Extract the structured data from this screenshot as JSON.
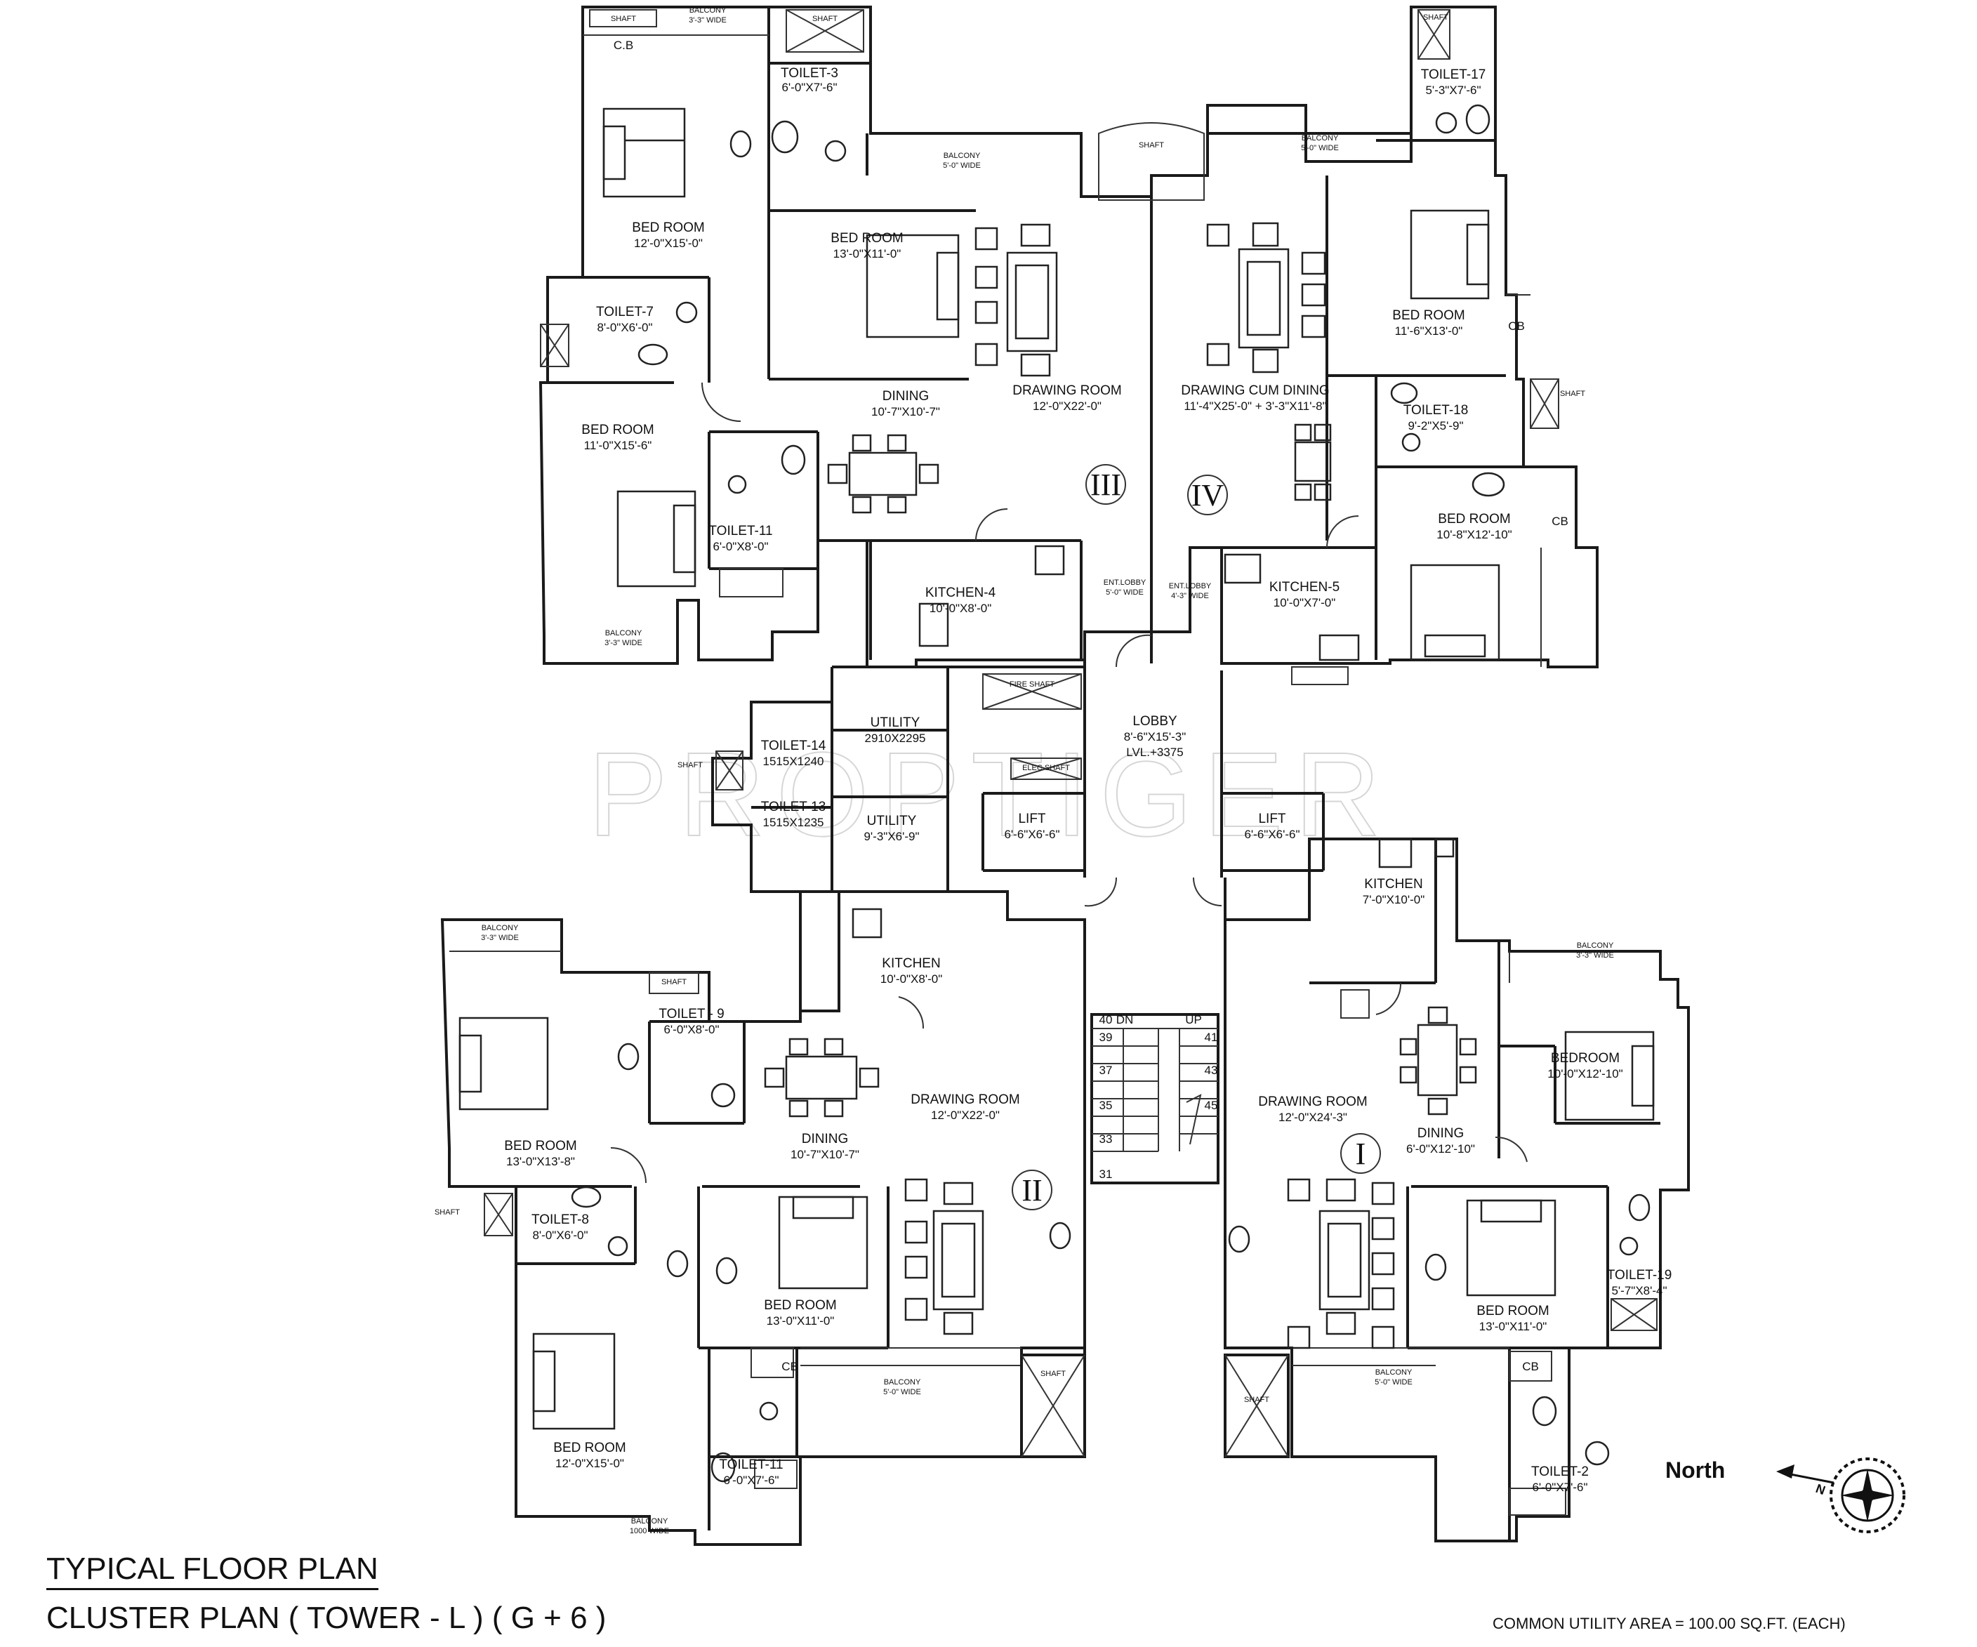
{
  "title": "TYPICAL FLOOR PLAN",
  "subtitle": "CLUSTER PLAN ( TOWER - L )  ( G + 6 )",
  "common_utility_area": "COMMON UTILITY AREA    = 100.00 SQ.FT. (EACH)",
  "north_label": "North",
  "watermark": "PROPTIGER",
  "unit_numbers": [
    "I",
    "II",
    "III",
    "IV"
  ],
  "staircase": {
    "dn_label": "DN",
    "up_label": "UP",
    "steps": [
      "40",
      "39",
      "37",
      "35",
      "33",
      "31",
      "41",
      "43",
      "45"
    ]
  },
  "shaft_label": "SHAFT",
  "rooms": [
    {
      "id": "u3-bed1",
      "name": "BED ROOM",
      "dim": "12'-0\"X15'-0\""
    },
    {
      "id": "u3-toilet3",
      "name": "TOILET-3",
      "dim": "6'-0\"X7'-6\""
    },
    {
      "id": "u3-bed2",
      "name": "BED ROOM",
      "dim": "13'-0\"X11'-0\""
    },
    {
      "id": "u3-toilet7",
      "name": "TOILET-7",
      "dim": "8'-0\"X6'-0\""
    },
    {
      "id": "u3-bed3",
      "name": "BED ROOM",
      "dim": "11'-0\"X15'-6\""
    },
    {
      "id": "u3-toilet11",
      "name": "TOILET-11",
      "dim": "6'-0\"X8'-0\""
    },
    {
      "id": "u3-dining",
      "name": "DINING",
      "dim": "10'-7\"X10'-7\""
    },
    {
      "id": "u3-drawing",
      "name": "DRAWING ROOM",
      "dim": "12'-0\"X22'-0\""
    },
    {
      "id": "u3-kitchen",
      "name": "KITCHEN-4",
      "dim": "10'-0\"X8'-0\""
    },
    {
      "id": "u4-drawing",
      "name": "DRAWING CUM DINING",
      "dim": "11'-4\"X25'-0\" + 3'-3\"X11'-8\""
    },
    {
      "id": "u4-toilet17",
      "name": "TOILET-17",
      "dim": "5'-3\"X7'-6\""
    },
    {
      "id": "u4-bed1",
      "name": "BED ROOM",
      "dim": "11'-6\"X13'-0\""
    },
    {
      "id": "u4-toilet18",
      "name": "TOILET-18",
      "dim": "9'-2\"X5'-9\""
    },
    {
      "id": "u4-bed2",
      "name": "BED ROOM",
      "dim": "10'-8\"X12'-10\""
    },
    {
      "id": "u4-kitchen",
      "name": "KITCHEN-5",
      "dim": "10'-0\"X7'-0\""
    },
    {
      "id": "c-utility1",
      "name": "UTILITY",
      "dim": "2910X2295"
    },
    {
      "id": "c-toilet14",
      "name": "TOILET-14",
      "dim": "1515X1240"
    },
    {
      "id": "c-toilet13",
      "name": "TOILET-13",
      "dim": "1515X1235"
    },
    {
      "id": "c-utility2",
      "name": "UTILITY",
      "dim": "9'-3\"X6'-9\""
    },
    {
      "id": "c-lobby",
      "name": "LOBBY",
      "dim": "8'-6\"X15'-3\"",
      "extra": "LVL.+3375"
    },
    {
      "id": "c-lift1",
      "name": "LIFT",
      "dim": "6'-6\"X6'-6\""
    },
    {
      "id": "c-lift2",
      "name": "LIFT",
      "dim": "6'-6\"X6'-6\""
    },
    {
      "id": "u2-kitchen",
      "name": "KITCHEN",
      "dim": "10'-0\"X8'-0\""
    },
    {
      "id": "u2-toilet9",
      "name": "TOILET - 9",
      "dim": "6'-0\"X8'-0\""
    },
    {
      "id": "u2-bed1",
      "name": "BED ROOM",
      "dim": "13'-0\"X13'-8\""
    },
    {
      "id": "u2-dining",
      "name": "DINING",
      "dim": "10'-7\"X10'-7\""
    },
    {
      "id": "u2-drawing",
      "name": "DRAWING ROOM",
      "dim": "12'-0\"X22'-0\""
    },
    {
      "id": "u2-toilet8",
      "name": "TOILET-8",
      "dim": "8'-0\"X6'-0\""
    },
    {
      "id": "u2-bed2",
      "name": "BED ROOM",
      "dim": "13'-0\"X11'-0\""
    },
    {
      "id": "u2-bed3",
      "name": "BED ROOM",
      "dim": "12'-0\"X15'-0\""
    },
    {
      "id": "u2-toilet11",
      "name": "TOILET-11",
      "dim": "6'-0\"X7'-6\""
    },
    {
      "id": "u1-kitchen",
      "name": "KITCHEN",
      "dim": "7'-0\"X10'-0\""
    },
    {
      "id": "u1-drawing",
      "name": "DRAWING ROOM",
      "dim": "12'-0\"X24'-3\""
    },
    {
      "id": "u1-dining",
      "name": "DINING",
      "dim": "6'-0\"X12'-10\""
    },
    {
      "id": "u1-bed1",
      "name": "BEDROOM",
      "dim": "10'-0\"X12'-10\""
    },
    {
      "id": "u1-bed2",
      "name": "BED ROOM",
      "dim": "13'-0\"X11'-0\""
    },
    {
      "id": "u1-toilet19",
      "name": "TOILET-19",
      "dim": "5'-7\"X8'-4\""
    },
    {
      "id": "u1-toilet2",
      "name": "TOILET-2",
      "dim": "6'-0\"X7'-6\""
    }
  ],
  "small_labels": {
    "cb": "C.B",
    "cb2": "CB",
    "shaft": "SHAFT",
    "ent_lobby": "ENT.LOBBY",
    "balcony": "BALCONY",
    "bal_3_3": "3'-3\" WIDE",
    "bal_5_0": "5'-0\" WIDE",
    "bal_1000": "1000 WIDE",
    "ent_lobby_5": "5'-0\" WIDE",
    "ent_lobby_4": "4'-3\" WIDE",
    "fire_shaft": "FIRE SHAFT",
    "elec_shaft": "ELEC SHAFT"
  }
}
